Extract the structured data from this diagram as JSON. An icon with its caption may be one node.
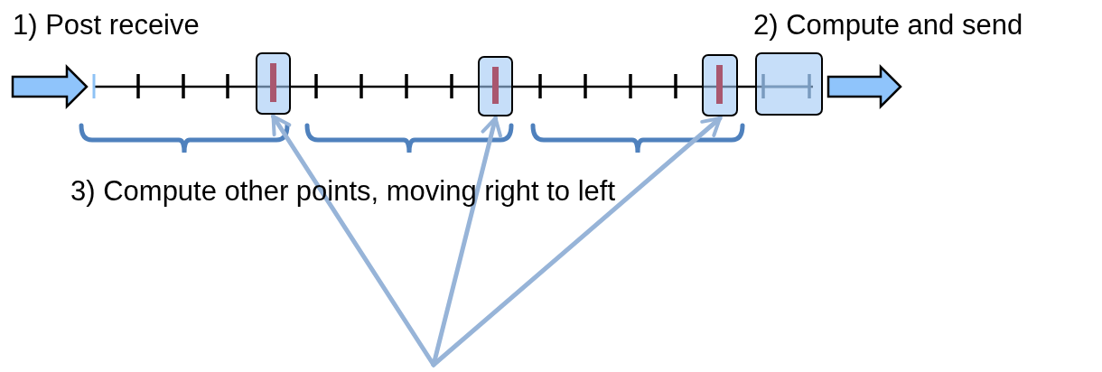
{
  "diagram": {
    "nodes": [
      {
        "text": [],
        "shape": "box"
      },
      {
        "text": [],
        "shape": "box"
      },
      {
        "text": [],
        "shape": "box"
      },
      {
        "text": [],
        "shape": "box"
      }
    ],
    "edges": [
      {
        "from": null,
        "to": 0,
        "arrow": "to"
      },
      {
        "from": null,
        "to": 1,
        "arrow": "to"
      },
      {
        "from": null,
        "to": 2,
        "arrow": "to"
      }
    ],
    "labels": [
      "1) Post receive",
      "2) Compute and send",
      "3) Compute other points, moving right to left"
    ]
  }
}
